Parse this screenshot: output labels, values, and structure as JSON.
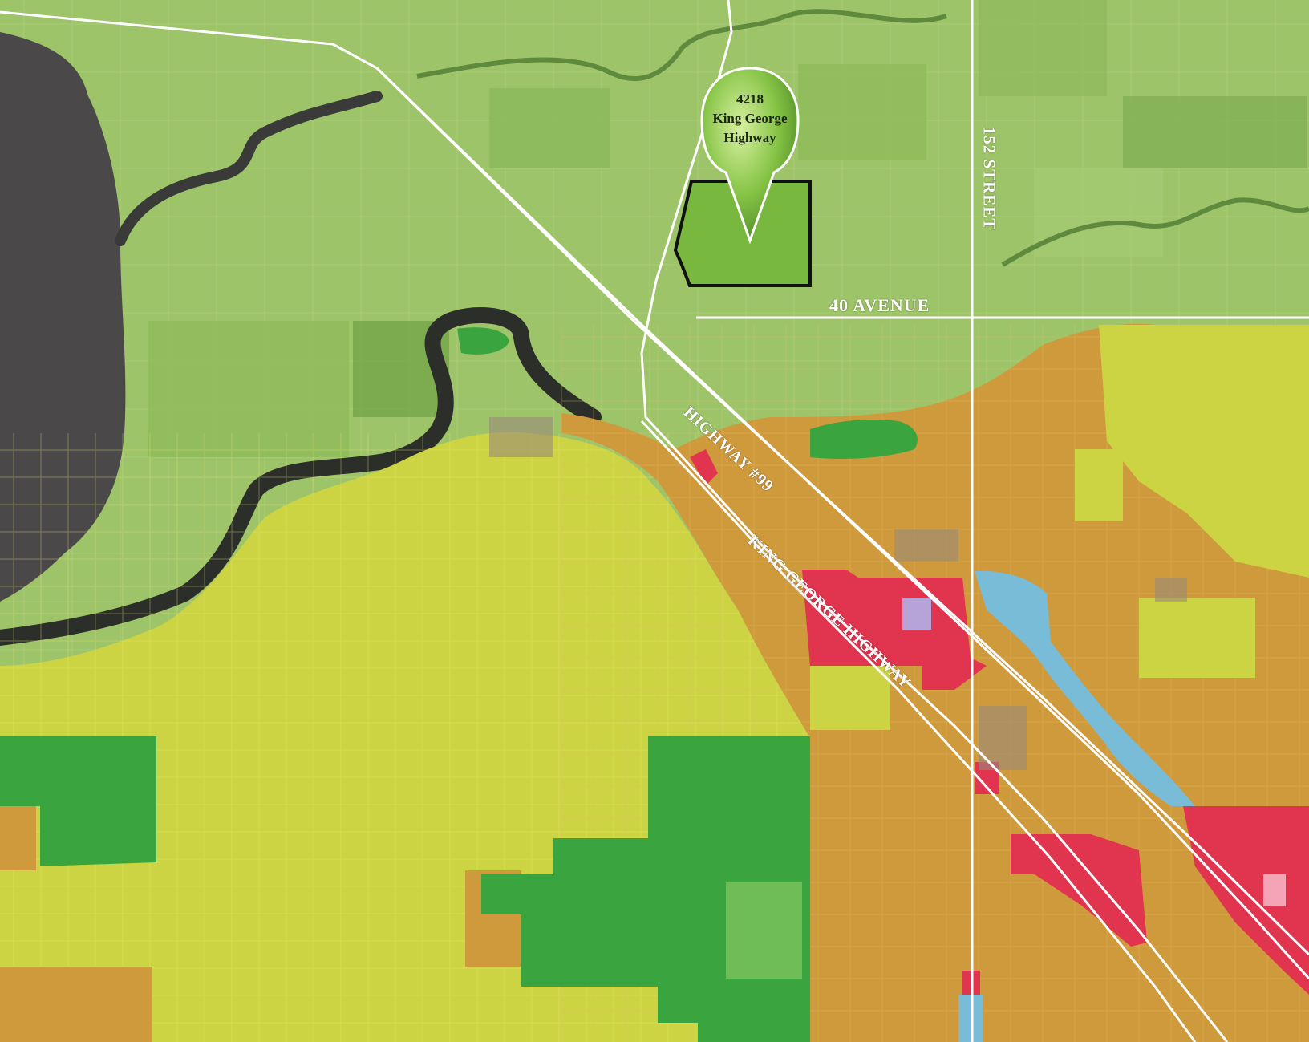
{
  "map": {
    "marker": {
      "line1": "4218",
      "line2": "King George",
      "line3": "Highway"
    },
    "road_labels": {
      "street_152": "152 STREET",
      "avenue_40": "40 AVENUE",
      "highway_99": "HIGHWAY #99",
      "king_george": "KING GEORGE HIGHWAY"
    },
    "colors": {
      "agricultural": "#9ec46a",
      "water": "#4a4848",
      "river": "#2c2e2a",
      "suburban_yellow": "#cdd443",
      "urban_orange": "#cf9a3c",
      "commercial_red": "#e0344f",
      "industrial_blue": "#78bcd8",
      "park_green": "#3aa43e",
      "site_green": "#78b83f",
      "road": "#ffffff"
    }
  }
}
